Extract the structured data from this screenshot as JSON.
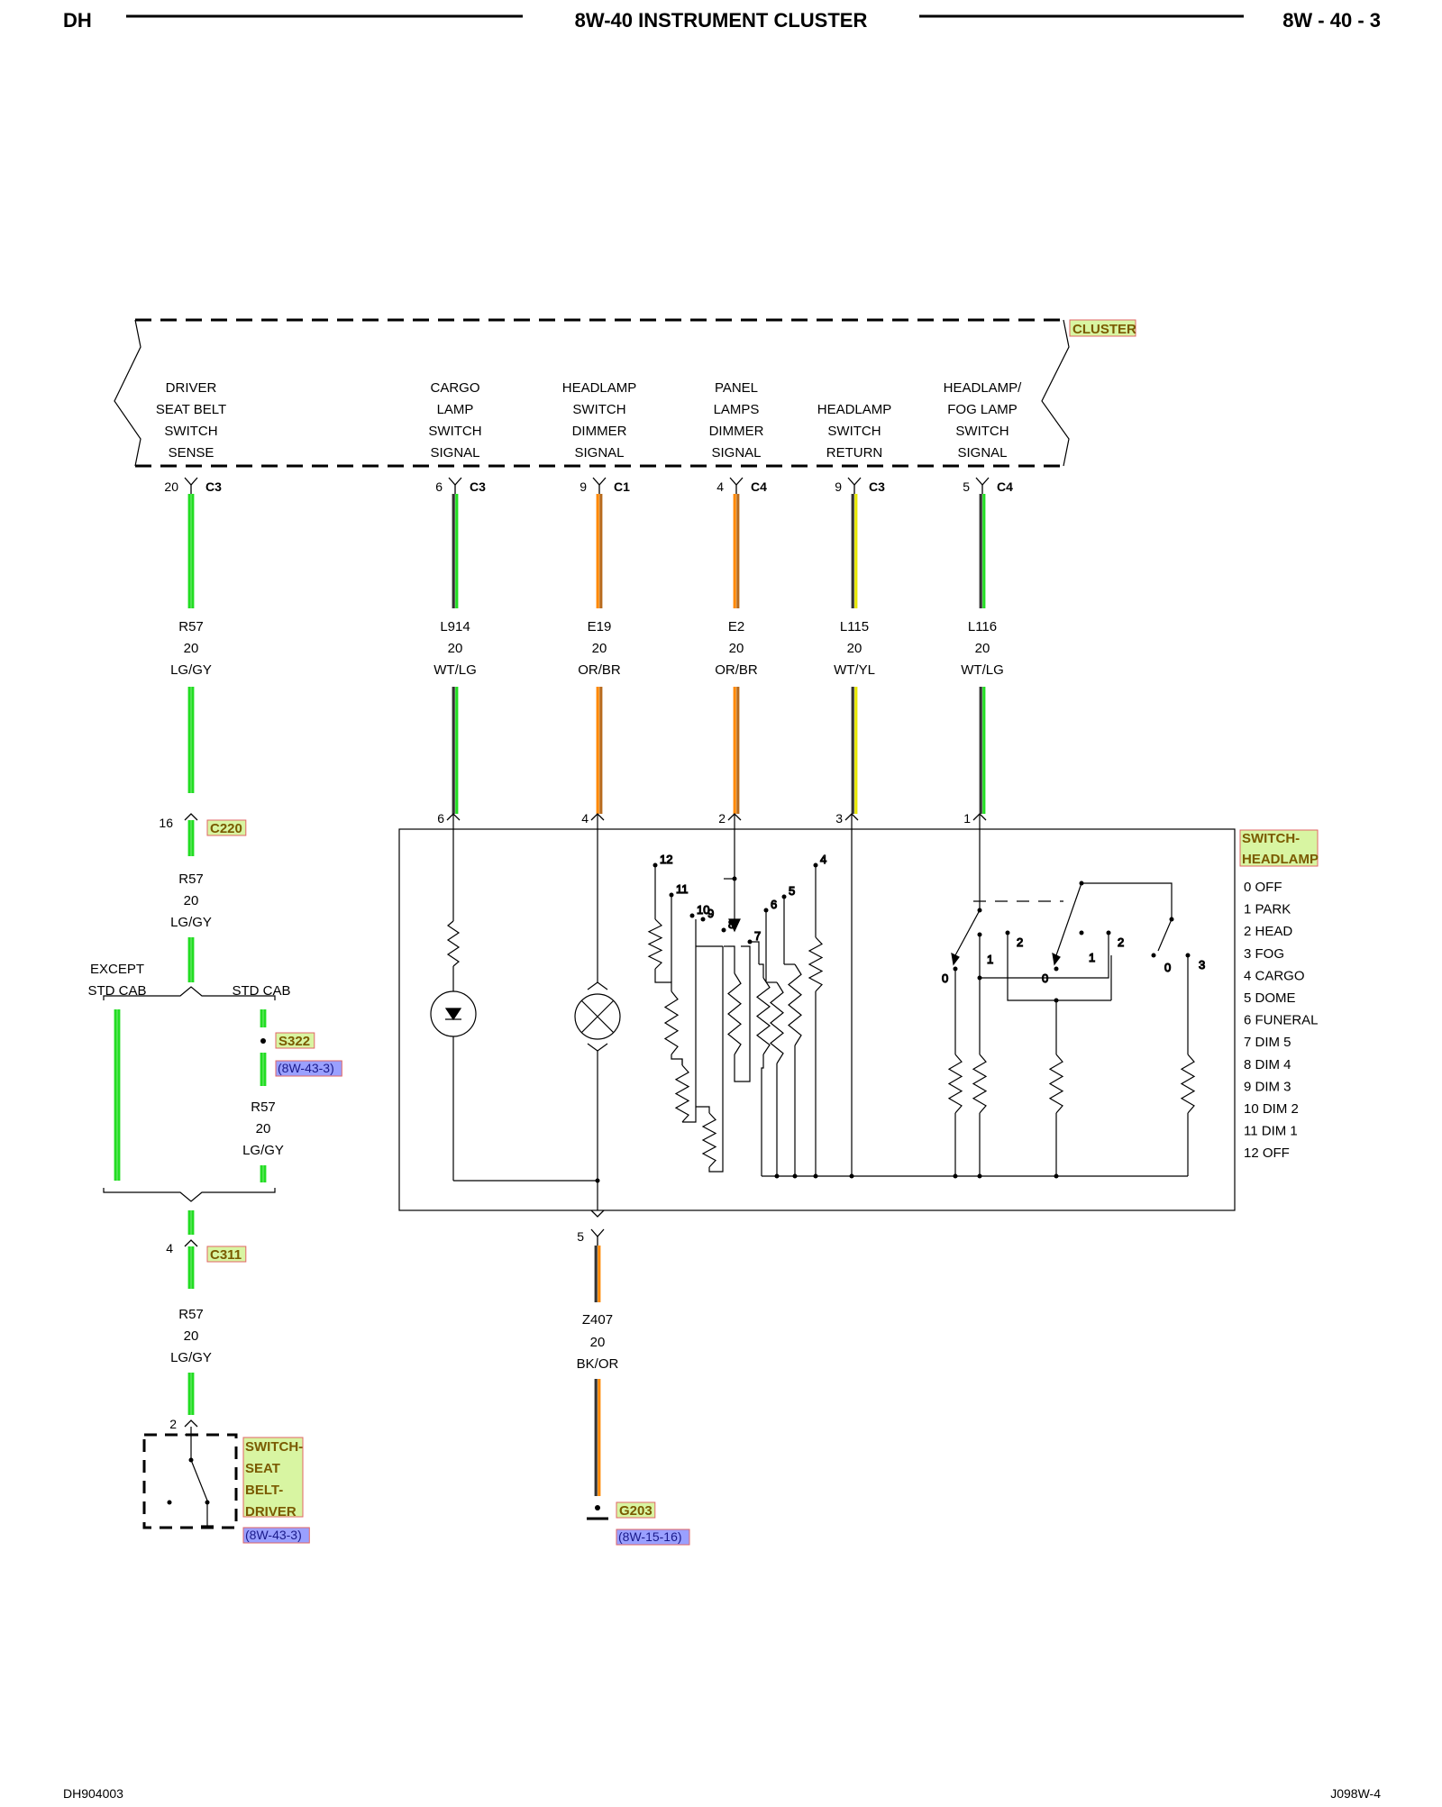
{
  "header": {
    "left": "DH",
    "title": "8W-40 INSTRUMENT CLUSTER",
    "right": "8W - 40 - 3"
  },
  "footer": {
    "left": "DH904003",
    "right": "J098W-4"
  },
  "cluster": {
    "label": "CLUSTER",
    "circuits": [
      {
        "func": [
          "DRIVER",
          "SEAT BELT",
          "SWITCH",
          "SENSE"
        ],
        "pin": "20",
        "conn": "C3",
        "wire": "R57",
        "gauge": "20",
        "color_code": "LG/GY",
        "colors": [
          "#22dd22",
          "#22dd22"
        ]
      },
      {
        "func": [
          "CARGO",
          "LAMP",
          "SWITCH",
          "SIGNAL"
        ],
        "pin": "6",
        "conn": "C3",
        "wire": "L914",
        "gauge": "20",
        "color_code": "WT/LG",
        "colors": [
          "#333333",
          "#22dd22"
        ]
      },
      {
        "func": [
          "HEADLAMP",
          "SWITCH",
          "DIMMER",
          "SIGNAL"
        ],
        "pin": "9",
        "conn": "C1",
        "wire": "E19",
        "gauge": "20",
        "color_code": "OR/BR",
        "colors": [
          "#ff8800",
          "#b86a1c"
        ]
      },
      {
        "func": [
          "PANEL",
          "LAMPS",
          "DIMMER",
          "SIGNAL"
        ],
        "pin": "4",
        "conn": "C4",
        "wire": "E2",
        "gauge": "20",
        "color_code": "OR/BR",
        "colors": [
          "#ff8800",
          "#b86a1c"
        ]
      },
      {
        "func": [
          "HEADLAMP",
          "SWITCH",
          "RETURN"
        ],
        "pin": "9",
        "conn": "C3",
        "wire": "L115",
        "gauge": "20",
        "color_code": "WT/YL",
        "colors": [
          "#333333",
          "#e6e600"
        ]
      },
      {
        "func": [
          "HEADLAMP/",
          "FOG LAMP",
          "SWITCH",
          "SIGNAL"
        ],
        "pin": "5",
        "conn": "C4",
        "wire": "L116",
        "gauge": "20",
        "color_code": "WT/LG",
        "colors": [
          "#333333",
          "#22dd22"
        ]
      }
    ]
  },
  "headlamp_switch": {
    "label_lines": [
      "SWITCH-",
      "HEADLAMP"
    ],
    "pins": [
      "6",
      "4",
      "2",
      "3",
      "1"
    ],
    "ground_pin": "5",
    "positions": [
      "0 OFF",
      "1 PARK",
      "2 HEAD",
      "3 FOG",
      "4 CARGO",
      "5 DOME",
      "6 FUNERAL",
      "7 DIM 5",
      "8 DIM 4",
      "9 DIM 3",
      "10 DIM 2",
      "11 DIM 1",
      "12 OFF"
    ],
    "dimmer_contacts": [
      "12",
      "11",
      "10",
      "9",
      "8",
      "7",
      "6",
      "5",
      "4"
    ],
    "rotary_contacts": [
      "0",
      "1",
      "2",
      "0",
      "1",
      "2",
      "0",
      "3"
    ]
  },
  "left_branch": {
    "c220": {
      "label": "C220",
      "pin": "16"
    },
    "wire_after_c220": {
      "wire": "R57",
      "gauge": "20",
      "color_code": "LG/GY"
    },
    "except_label": [
      "EXCEPT",
      "STD CAB"
    ],
    "std_label": "STD CAB",
    "s322": {
      "label": "S322",
      "ref": "(8W-43-3)"
    },
    "std_wire": {
      "wire": "R57",
      "gauge": "20",
      "color_code": "LG/GY"
    },
    "c311": {
      "label": "C311",
      "pin": "4"
    },
    "wire_after_c311": {
      "wire": "R57",
      "gauge": "20",
      "color_code": "LG/GY"
    },
    "seatbelt_switch": {
      "pin": "2",
      "label_lines": [
        "SWITCH-",
        "SEAT",
        "BELT-",
        "DRIVER"
      ],
      "ref": "(8W-43-3)"
    }
  },
  "ground_wire": {
    "wire": "Z407",
    "gauge": "20",
    "color_code": "BK/OR",
    "colors": [
      "#333333",
      "#ff8800"
    ]
  },
  "ground": {
    "label": "G203",
    "ref": "(8W-15-16)"
  },
  "colors": {
    "tag_fill": "#d8f5a2",
    "tag_border": "#e06666",
    "tag_text": "#7a5a00",
    "ref_fill": "#9aa0ff",
    "ref_text": "#1a1a8a",
    "lg_wire": "#22dd22"
  }
}
